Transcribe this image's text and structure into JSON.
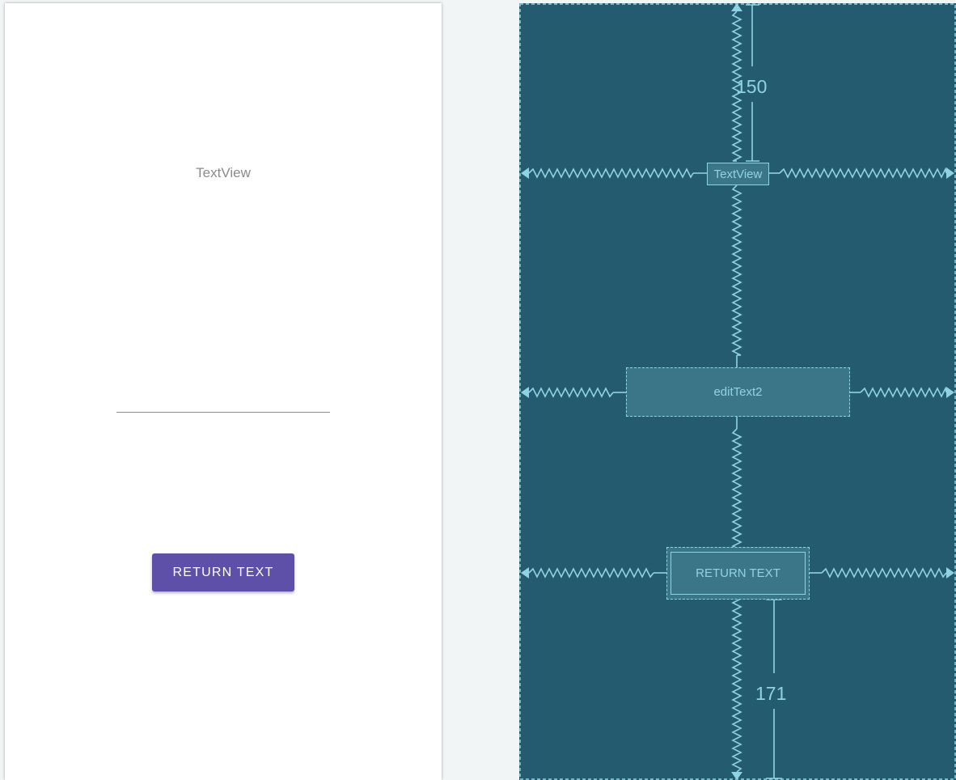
{
  "design_preview": {
    "textview_text": "TextView",
    "edittext_value": "",
    "button_label": "RETURN TEXT",
    "button_color": "#5e4fa8"
  },
  "blueprint": {
    "background": "#245b6e",
    "line_color": "#8fd3e3",
    "textview_label": "TextView",
    "edittext_label": "editText2",
    "button_label": "RETURN TEXT",
    "top_margin": "150",
    "bottom_margin": "171"
  }
}
